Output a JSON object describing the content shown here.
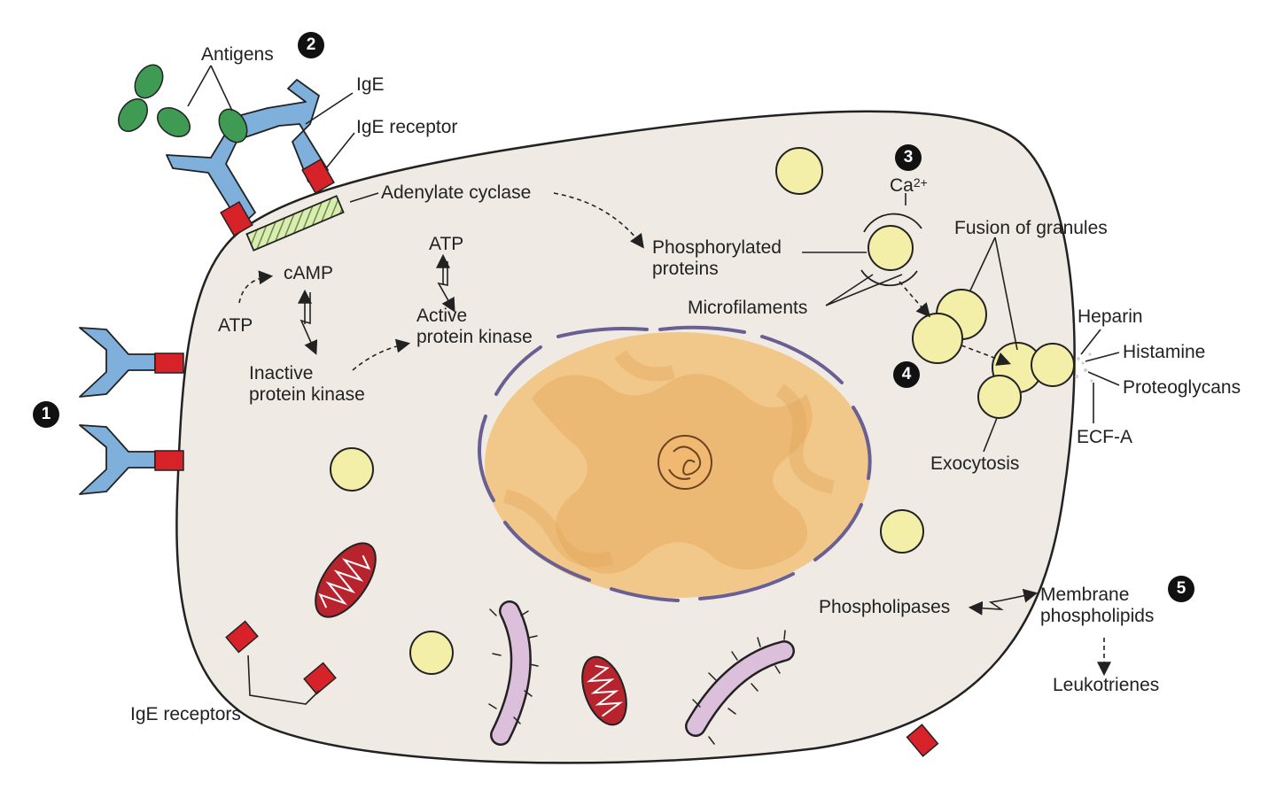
{
  "labels": {
    "antigens": "Antigens",
    "ige": "IgE",
    "ige_receptor": "IgE receptor",
    "adenylate_cyclase": "Adenylate cyclase",
    "atp_left": "ATP",
    "camp": "cAMP",
    "atp_mid": "ATP",
    "active_pk_1": "Active",
    "active_pk_2": "protein kinase",
    "inactive_pk_1": "Inactive",
    "inactive_pk_2": "protein kinase",
    "phos_1": "Phosphorylated",
    "phos_2": "proteins",
    "ca": "Ca",
    "ca_sup": "2+",
    "microfilaments": "Microfilaments",
    "fusion": "Fusion of granules",
    "heparin": "Heparin",
    "histamine": "Histamine",
    "proteoglycans": "Proteoglycans",
    "ecfa": "ECF-A",
    "exocytosis": "Exocytosis",
    "phospholipases": "Phospholipases",
    "membrane_1": "Membrane",
    "membrane_2": "phospholipids",
    "leukotrienes": "Leukotrienes",
    "ige_receptors": "IgE receptors"
  },
  "steps": [
    "1",
    "2",
    "3",
    "4",
    "5"
  ],
  "colors": {
    "cell_fill": "#efebe4",
    "antibody": "#7fb0dc",
    "receptor": "#d8222a",
    "antigen": "#3f9a53",
    "granule": "#f4efa8",
    "nucleus": "#f1c88a",
    "nuclear_envelope": "#6a5f93",
    "mitochondrion": "#b8242d",
    "er": "#dcbfdb"
  }
}
